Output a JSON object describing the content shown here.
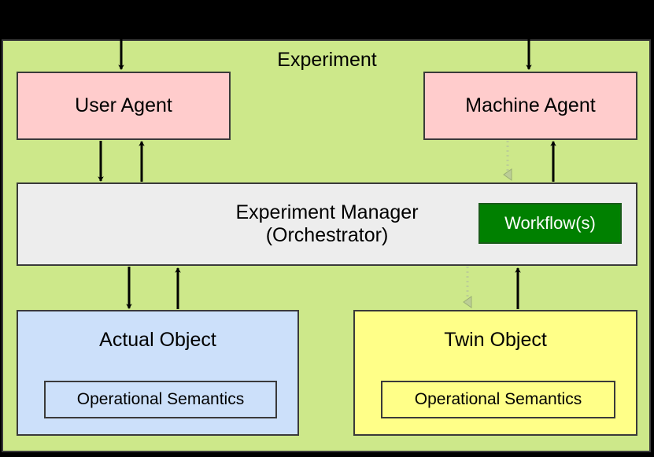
{
  "diagram": {
    "title": "Experiment",
    "background_color": "#000000",
    "container_color": "#CDE88A",
    "nodes": {
      "user_agent": {
        "label": "User Agent",
        "color": "#FFCCCC"
      },
      "machine_agent": {
        "label": "Machine Agent",
        "color": "#FFCCCC"
      },
      "experiment_manager": {
        "label_line1": "Experiment Manager",
        "label_line2": "(Orchestrator)",
        "color": "#EDEDED"
      },
      "workflows": {
        "label": "Workflow(s)",
        "color": "#008000",
        "text_color": "#FFFFFF"
      },
      "actual_object": {
        "label": "Actual Object",
        "color": "#CCE0FA",
        "semantics_label": "Operational Semantics"
      },
      "twin_object": {
        "label": "Twin Object",
        "color": "#FFFF88",
        "semantics_label": "Operational Semantics"
      }
    },
    "edges": [
      {
        "name": "external-to-user-agent",
        "from": "external",
        "to": "user_agent",
        "style": "solid",
        "direction": "down",
        "color": "#000000"
      },
      {
        "name": "external-to-machine-agent",
        "from": "external",
        "to": "machine_agent",
        "style": "solid",
        "direction": "down",
        "color": "#000000"
      },
      {
        "name": "user-agent-to-manager",
        "from": "user_agent",
        "to": "experiment_manager",
        "style": "solid",
        "direction": "down",
        "color": "#000000"
      },
      {
        "name": "manager-to-user-agent",
        "from": "experiment_manager",
        "to": "user_agent",
        "style": "solid",
        "direction": "up",
        "color": "#000000"
      },
      {
        "name": "machine-agent-to-manager",
        "from": "machine_agent",
        "to": "experiment_manager",
        "style": "dotted",
        "direction": "down",
        "color": "#A9BE7E"
      },
      {
        "name": "manager-to-machine-agent",
        "from": "experiment_manager",
        "to": "machine_agent",
        "style": "solid",
        "direction": "up",
        "color": "#000000"
      },
      {
        "name": "manager-to-actual-object",
        "from": "experiment_manager",
        "to": "actual_object",
        "style": "solid",
        "direction": "down",
        "color": "#000000"
      },
      {
        "name": "actual-object-to-manager",
        "from": "actual_object",
        "to": "experiment_manager",
        "style": "solid",
        "direction": "up",
        "color": "#000000"
      },
      {
        "name": "manager-to-twin-object",
        "from": "experiment_manager",
        "to": "twin_object",
        "style": "dotted",
        "direction": "down",
        "color": "#A9BE7E"
      },
      {
        "name": "twin-object-to-manager",
        "from": "twin_object",
        "to": "experiment_manager",
        "style": "solid",
        "direction": "up",
        "color": "#000000"
      }
    ]
  }
}
